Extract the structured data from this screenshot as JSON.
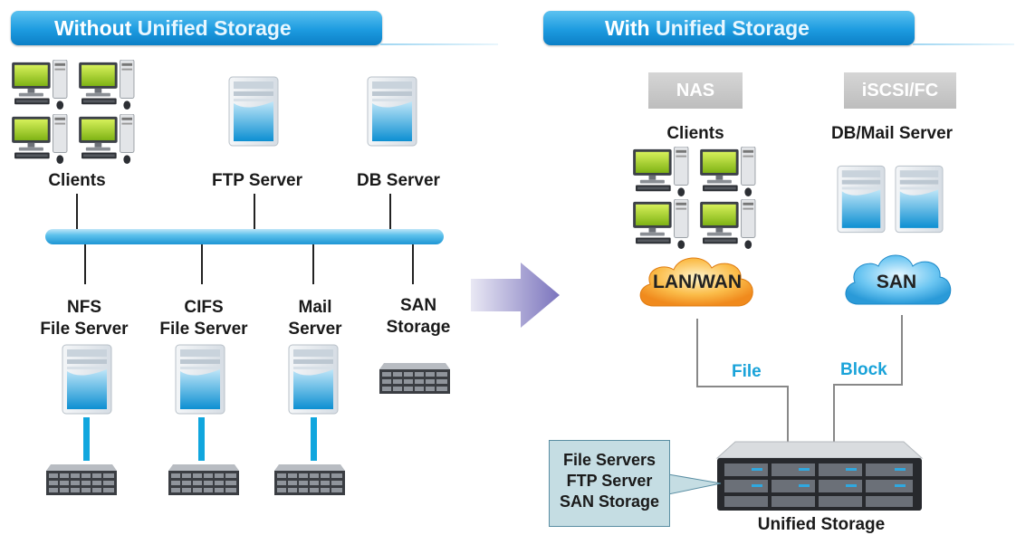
{
  "left": {
    "banner_part1": "Without ",
    "banner_part2": "Unified Storage",
    "top_labels": {
      "clients": "Clients",
      "ftp": "FTP Server",
      "db": "DB Server"
    },
    "bottom_labels": {
      "nfs_l1": "NFS",
      "nfs_l2": "File Server",
      "cifs_l1": "CIFS",
      "cifs_l2": "File Server",
      "mail_l1": "Mail",
      "mail_l2": "Server",
      "san_l1": "SAN",
      "san_l2": "Storage"
    }
  },
  "right": {
    "banner_part1": "With ",
    "banner_part2": "Unified Storage",
    "nas": "NAS",
    "iscsi": "iSCSI/FC",
    "clients": "Clients",
    "dbmail": "DB/Mail Server",
    "lanwan": "LAN/WAN",
    "san": "SAN",
    "file": "File",
    "block": "Block",
    "callout": {
      "line1": "File Servers",
      "line2": "FTP Server",
      "line3": "SAN Storage"
    },
    "unified": "Unified Storage"
  },
  "colors": {
    "accent": "#1d9be0",
    "cyan_text": "#1aa3d9",
    "arrow": "#8a84c4",
    "cloud_orange": "#f5a623",
    "cloud_blue": "#4ab3e8"
  },
  "icons": [
    "computer-icon",
    "tower-server-icon",
    "storage-array-icon",
    "cloud-icon",
    "arrow-right-icon"
  ]
}
